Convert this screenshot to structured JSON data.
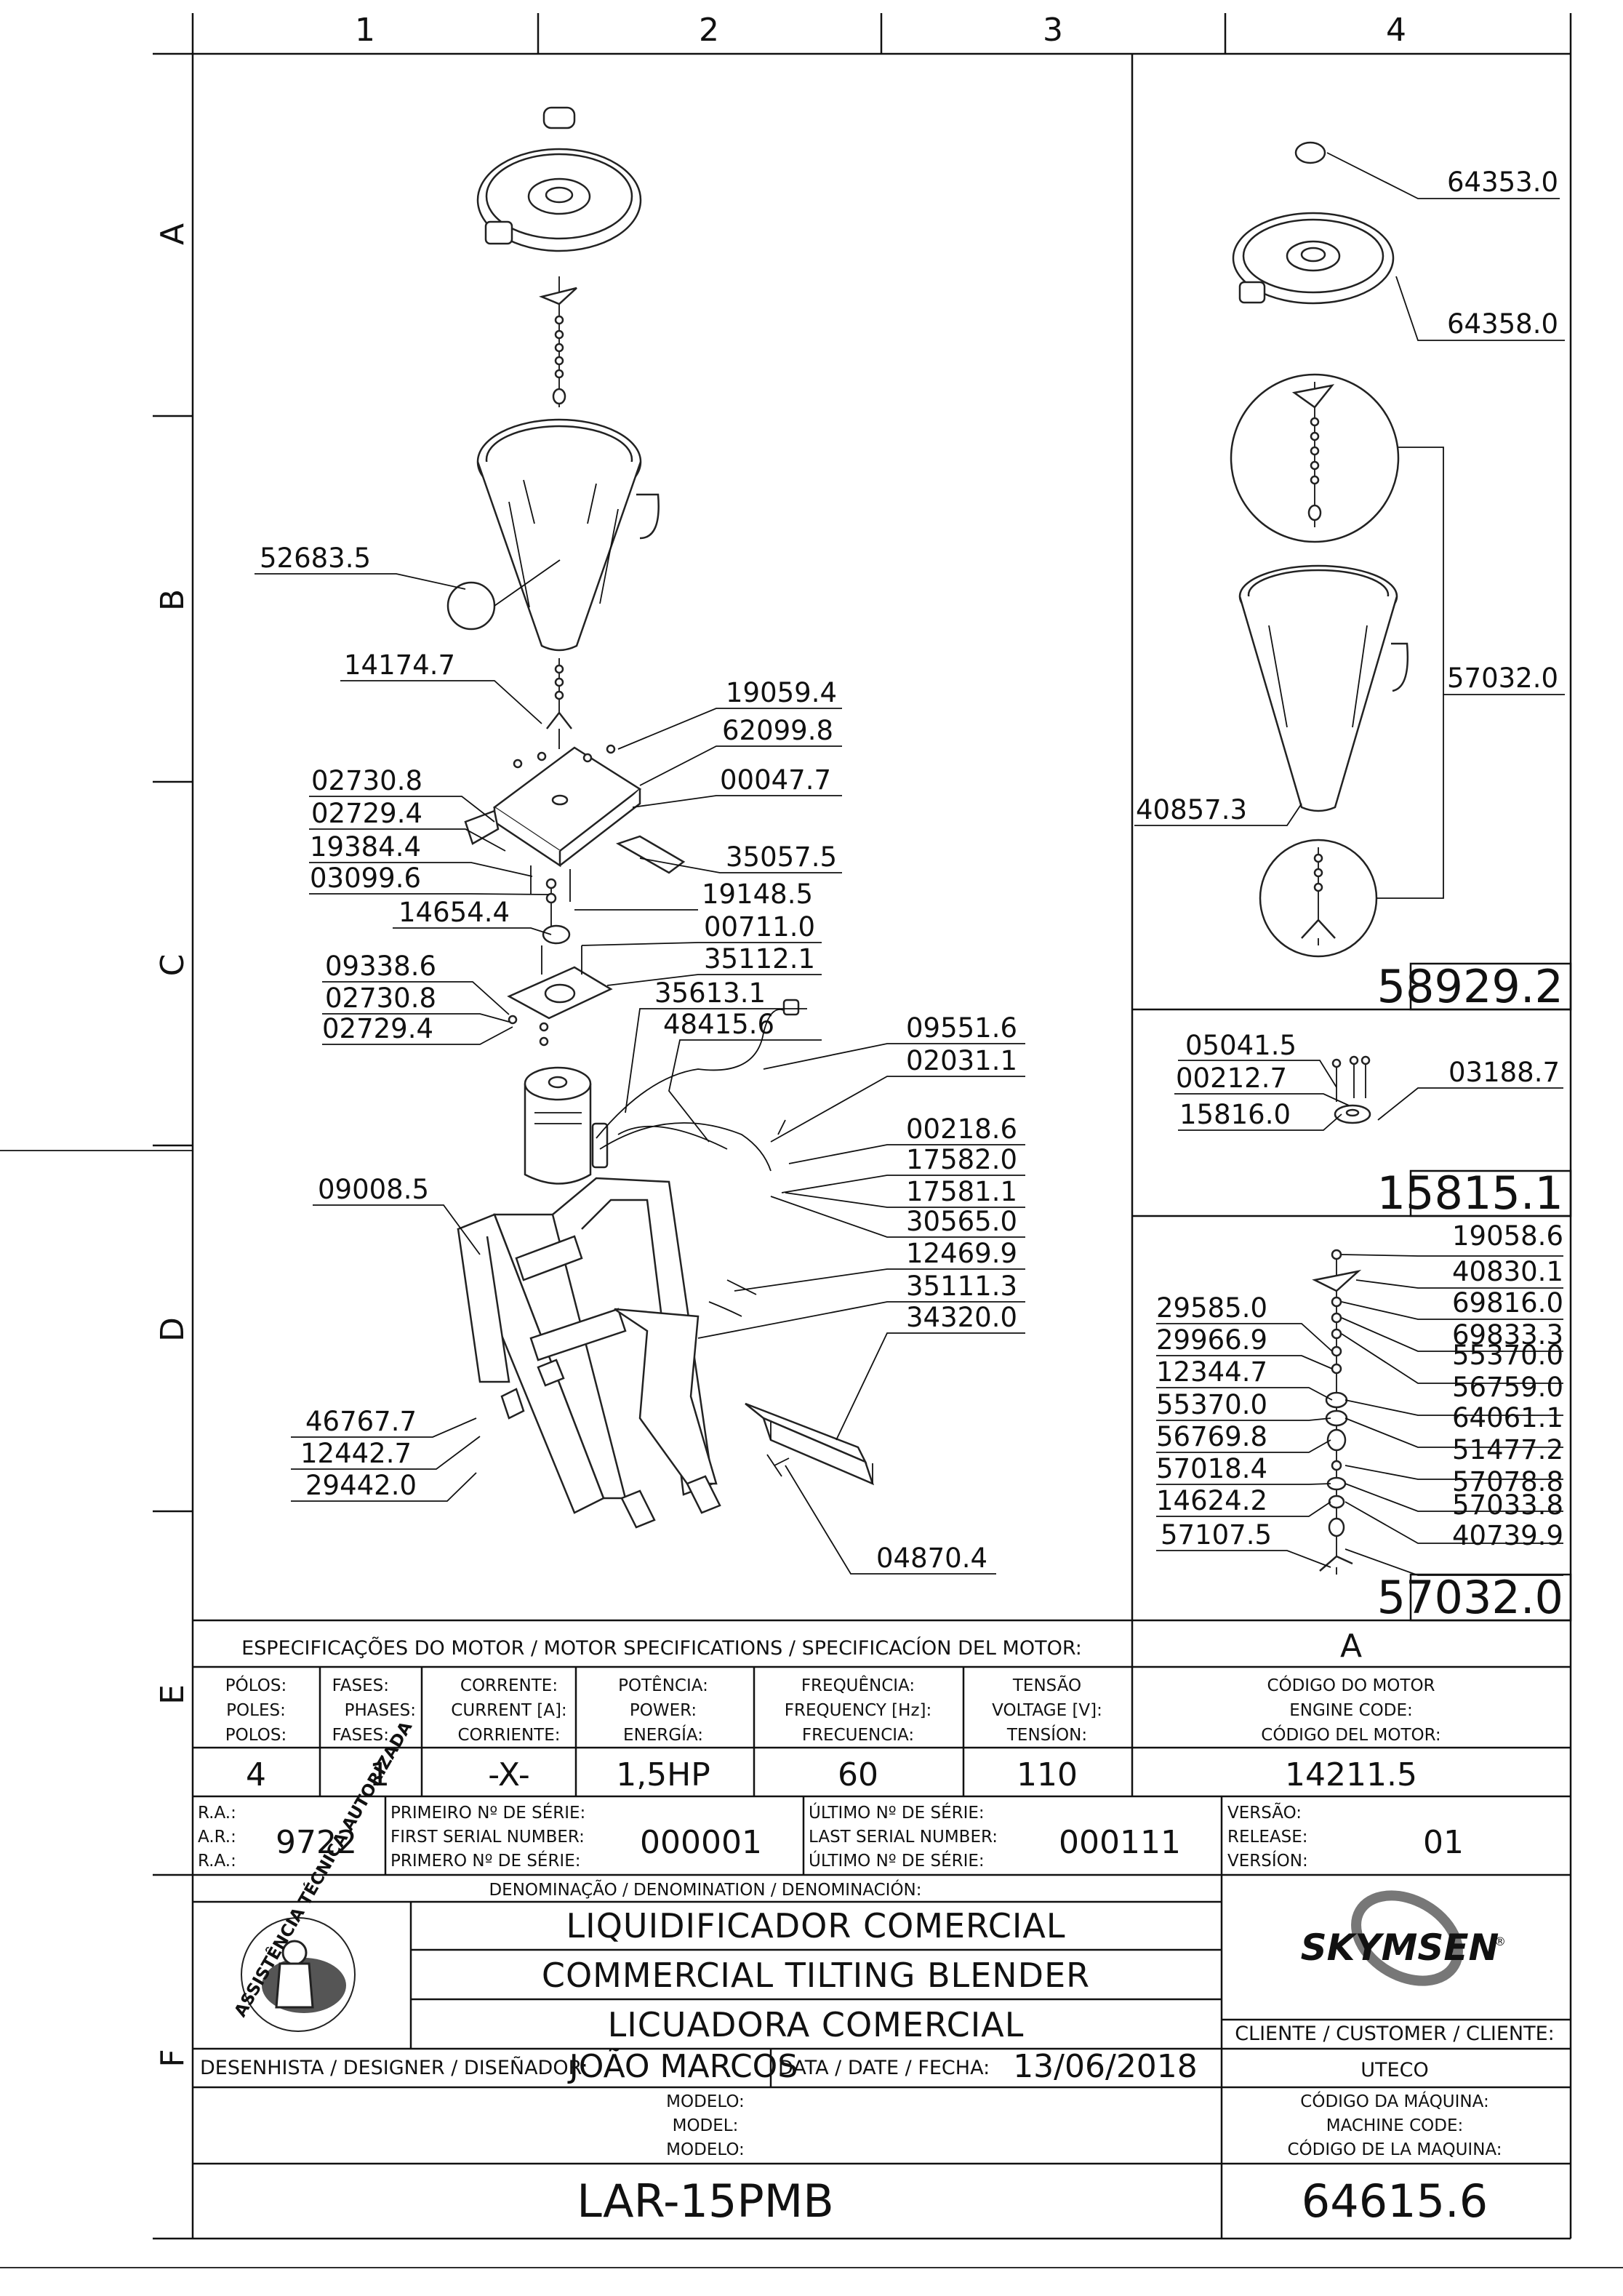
{
  "grid": {
    "columns": [
      "1",
      "2",
      "3",
      "4"
    ],
    "rows": [
      "A",
      "B",
      "C",
      "D",
      "E",
      "F"
    ]
  },
  "main_view": {
    "part_numbers": {
      "p52683": "52683.5",
      "p14174": "14174.7",
      "p19059": "19059.4",
      "p62099": "62099.8",
      "p00047": "00047.7",
      "p02730a": "02730.8",
      "p02729a": "02729.4",
      "p19384": "19384.4",
      "p03099": "03099.6",
      "p35057": "35057.5",
      "p19148": "19148.5",
      "p14654": "14654.4",
      "p00711": "00711.0",
      "p35112": "35112.1",
      "p09338": "09338.6",
      "p02730b": "02730.8",
      "p02729b": "02729.4",
      "p35613": "35613.1",
      "p48415": "48415.6",
      "p09551": "09551.6",
      "p02031": "02031.1",
      "p00218": "00218.6",
      "p17582": "17582.0",
      "p17581": "17581.1",
      "p30565": "30565.0",
      "p09008": "09008.5",
      "p12469": "12469.9",
      "p35111": "35111.3",
      "p34320": "34320.0",
      "p46767": "46767.7",
      "p12442": "12442.7",
      "p29442": "29442.0",
      "p04870": "04870.4"
    }
  },
  "side_views": {
    "lid_cup": {
      "p64353": "64353.0",
      "p64358": "64358.0",
      "p57032": "57032.0",
      "p40857": "40857.3",
      "assembly_code": "58929.2"
    },
    "coupling": {
      "p05041": "05041.5",
      "p00212": "00212.7",
      "p03188": "03188.7",
      "p15816": "15816.0",
      "assembly_code": "15815.1"
    },
    "blade_shaft": {
      "left": [
        "29585.0",
        "29966.9",
        "12344.7",
        "55370.0",
        "56769.8",
        "57018.4",
        "14624.2",
        "57107.5"
      ],
      "right": [
        "19058.6",
        "40830.1",
        "69816.0",
        "69833.3",
        "55370.0",
        "56759.0",
        "64061.1",
        "51477.2",
        "57078.8",
        "57033.8",
        "40739.9"
      ],
      "assembly_code": "57032.0"
    }
  },
  "motor_specs": {
    "heading": "ESPECIFICAÇÕES DO MOTOR / MOTOR SPECIFICATIONS / SPECIFICACÍON DEL MOTOR:",
    "motor_heading": "A",
    "columns": [
      {
        "label": [
          "PÓLOS:",
          "POLES:",
          "POLOS:"
        ],
        "value": "4"
      },
      {
        "label": [
          "FASES:",
          "PHASES:",
          "FASES:"
        ],
        "value": "1"
      },
      {
        "label": [
          "CORRENTE:",
          "CURRENT [A]:",
          "CORRIENTE:"
        ],
        "value": "-X-"
      },
      {
        "label": [
          "POTÊNCIA:",
          "POWER:",
          "ENERGÍA:"
        ],
        "value": "1,5HP"
      },
      {
        "label": [
          "FREQUÊNCIA:",
          "FREQUENCY [Hz]:",
          "FRECUENCIA:"
        ],
        "value": "60"
      },
      {
        "label": [
          "TENSÃO",
          "VOLTAGE [V]:",
          "TENSÍON:"
        ],
        "value": "110"
      }
    ],
    "motor_code_label": [
      "CÓDIGO DO MOTOR",
      "ENGINE CODE:",
      "CÓDIGO DEL MOTOR:"
    ],
    "motor_code": "14211.5"
  },
  "serials": {
    "ra_label": [
      "R.A.:",
      "A.R.:",
      "R.A.:"
    ],
    "ra_value": "9722",
    "first_label": [
      "PRIMEIRO Nº DE SÉRIE:",
      "FIRST SERIAL NUMBER:",
      "PRIMERO Nº DE SÉRIE:"
    ],
    "first_value": "000001",
    "last_label": [
      "ÚLTIMO Nº DE SÉRIE:",
      "LAST SERIAL NUMBER:",
      "ÚLTIMO Nº DE SÉRIE:"
    ],
    "last_value": "000111",
    "version_label": [
      "VERSÃO:",
      "RELEASE:",
      "VERSÍON:"
    ],
    "version_value": "01"
  },
  "title_block": {
    "denomination_label": "DENOMINAÇÃO / DENOMINATION / DENOMINACIÓN:",
    "names": [
      "LIQUIDIFICADOR COMERCIAL",
      "COMMERCIAL TILTING BLENDER",
      "LICUADORA COMERCIAL"
    ],
    "seal_text": "ASSISTÊNCIA TÉCNICA AUTORIZADA",
    "designer_label": "DESENHISTA / DESIGNER / DISEÑADOR:",
    "designer": "JOÃO MARCOS",
    "date_label": "DATA / DATE / FECHA:",
    "date": "13/06/2018",
    "brand": "SKYMSEN",
    "client_label": "CLIENTE / CUSTOMER / CLIENTE:",
    "client": "UTECO",
    "model_label": [
      "MODELO:",
      "MODEL:",
      "MODELO:"
    ],
    "model": "LAR-15PMB",
    "machine_code_label": [
      "CÓDIGO DA MÁQUINA:",
      "MACHINE CODE:",
      "CÓDIGO DE LA MAQUINA:"
    ],
    "machine_code": "64615.6"
  }
}
